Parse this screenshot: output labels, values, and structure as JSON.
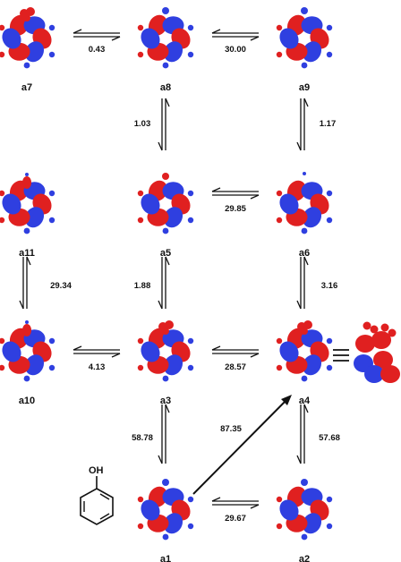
{
  "colors": {
    "positive_lobe": "#e02020",
    "negative_lobe": "#2f3fe0",
    "arrow": "#111111"
  },
  "molecules": [
    {
      "id": "a7",
      "label": "a7"
    },
    {
      "id": "a8",
      "label": "a8"
    },
    {
      "id": "a9",
      "label": "a9"
    },
    {
      "id": "a11",
      "label": "a11"
    },
    {
      "id": "a5",
      "label": "a5"
    },
    {
      "id": "a6",
      "label": "a6"
    },
    {
      "id": "a10",
      "label": "a10"
    },
    {
      "id": "a3",
      "label": "a3"
    },
    {
      "id": "a4",
      "label": "a4"
    },
    {
      "id": "a1",
      "label": "a1"
    },
    {
      "id": "a2",
      "label": "a2"
    }
  ],
  "reactant": {
    "group_label": "OH",
    "name": "phenol"
  },
  "equivalence_symbol": "≡",
  "transitions": [
    {
      "from": "a8",
      "to": "a7",
      "value": "0.43"
    },
    {
      "from": "a8",
      "to": "a9",
      "value": "30.00"
    },
    {
      "from": "a8",
      "to": "a5",
      "value": "1.03"
    },
    {
      "from": "a9",
      "to": "a6",
      "value": "1.17"
    },
    {
      "from": "a6",
      "to": "a5",
      "value": "29.85"
    },
    {
      "from": "a11",
      "to": "a10",
      "value": "29.34"
    },
    {
      "from": "a5",
      "to": "a3",
      "value": "1.88"
    },
    {
      "from": "a6",
      "to": "a4",
      "value": "3.16"
    },
    {
      "from": "a3",
      "to": "a10",
      "value": "4.13"
    },
    {
      "from": "a4",
      "to": "a3",
      "value": "28.57"
    },
    {
      "from": "a3",
      "to": "a1",
      "value": "58.78"
    },
    {
      "from": "a1",
      "to": "a4",
      "value": "87.35"
    },
    {
      "from": "a4",
      "to": "a2",
      "value": "57.68"
    },
    {
      "from": "a1",
      "to": "a2",
      "value": "29.67"
    }
  ]
}
